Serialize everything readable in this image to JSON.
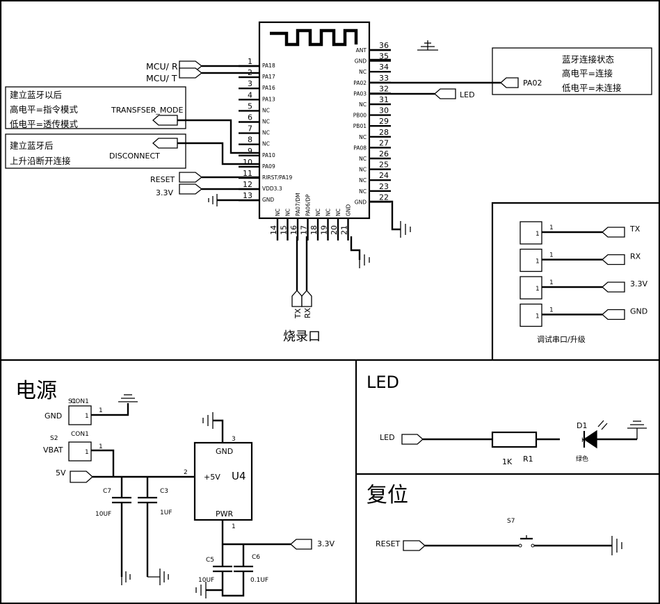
{
  "module": {
    "left_pins": [
      {
        "num": "1",
        "name": "PA18"
      },
      {
        "num": "2",
        "name": "PA17"
      },
      {
        "num": "3",
        "name": "PA16"
      },
      {
        "num": "4",
        "name": "PA13"
      },
      {
        "num": "5",
        "name": "NC"
      },
      {
        "num": "6",
        "name": "NC"
      },
      {
        "num": "7",
        "name": "NC"
      },
      {
        "num": "8",
        "name": "NC"
      },
      {
        "num": "9",
        "name": "PA10"
      },
      {
        "num": "10",
        "name": "PA09"
      },
      {
        "num": "11",
        "name": "RIRST/PA19"
      },
      {
        "num": "12",
        "name": "VDD3.3"
      },
      {
        "num": "13",
        "name": "GND"
      }
    ],
    "right_pins": [
      {
        "num": "36",
        "name": "ANT"
      },
      {
        "num": "35",
        "name": "GND"
      },
      {
        "num": "34",
        "name": "NC"
      },
      {
        "num": "33",
        "name": "PA02"
      },
      {
        "num": "32",
        "name": "PA03"
      },
      {
        "num": "31",
        "name": "NC"
      },
      {
        "num": "30",
        "name": "PB00"
      },
      {
        "num": "29",
        "name": "PB01"
      },
      {
        "num": "28",
        "name": "NC"
      },
      {
        "num": "27",
        "name": "PA08"
      },
      {
        "num": "26",
        "name": "NC"
      },
      {
        "num": "25",
        "name": "NC"
      },
      {
        "num": "24",
        "name": "NC"
      },
      {
        "num": "23",
        "name": "NC"
      },
      {
        "num": "22",
        "name": "GND"
      }
    ],
    "bottom_pins": [
      {
        "num": "14",
        "name": "NC"
      },
      {
        "num": "15",
        "name": "NC"
      },
      {
        "num": "16",
        "name": "PA07/DM"
      },
      {
        "num": "17",
        "name": "PA06/DP"
      },
      {
        "num": "18",
        "name": "NC"
      },
      {
        "num": "19",
        "name": "NC"
      },
      {
        "num": "20",
        "name": "NC"
      },
      {
        "num": "21",
        "name": "GND"
      }
    ]
  },
  "nets": {
    "mcu_r": "MCU/ R",
    "mcu_t": "MCU/ T",
    "transfser_mode": "TRANSFSER_MODE",
    "disconnect": "DISCONNECT",
    "reset": "RESET",
    "v33": "3.3V",
    "led": "LED",
    "pa02": "PA02",
    "tx": "TX",
    "rx": "RX",
    "gnd": "GND",
    "v5": "5V",
    "vbat": "VBAT"
  },
  "notes": {
    "mode_1": "建立蓝牙以后",
    "mode_2": "高电平=指令模式",
    "mode_3": "低电平=透传模式",
    "disc_1": "建立蓝牙后",
    "disc_2": "上升沿断开连接",
    "status_1": "蓝牙连接状态",
    "status_2": "高电平=连接",
    "status_3": "低电平=未连接"
  },
  "prog_port": {
    "label": "烧录口",
    "tx": "TX",
    "rx": "RX"
  },
  "debug_port": {
    "label": "调试串口/升级",
    "rows": [
      {
        "box": "1",
        "pin": "1",
        "net": "TX"
      },
      {
        "box": "1",
        "pin": "1",
        "net": "RX"
      },
      {
        "box": "1",
        "pin": "1",
        "net": "3.3V"
      },
      {
        "box": "1",
        "pin": "1",
        "net": "GND"
      }
    ]
  },
  "power": {
    "title": "电源",
    "s1": "S1",
    "con1_a": "CON1",
    "s1_pin": "1",
    "s1_box": "1",
    "s1_net": "GND",
    "s2": "S2",
    "con1_b": "CON1",
    "s2_pin": "1",
    "s2_box": "1",
    "s2_net": "VBAT",
    "in_net": "5V",
    "c7": "C7",
    "c7_val": "10UF",
    "c3": "C3",
    "c3_val": "1UF",
    "c5": "C5",
    "c5_val": "10UF",
    "c6": "C6",
    "c6_val": "0.1UF",
    "u4": "U4",
    "u4_gnd": "GND",
    "u4_in": "+5V",
    "u4_pwr": "PWR",
    "pin_gnd": "3",
    "pin_in": "2",
    "pin_out": "1",
    "out_net": "3.3V"
  },
  "led_section": {
    "title": "LED",
    "net": "LED",
    "r_val": "1K",
    "r_ref": "R1",
    "d_ref": "D1",
    "d_pin": "K",
    "d_color": "绿色"
  },
  "reset_section": {
    "title": "复位",
    "net": "RESET",
    "switch_ref": "S7"
  }
}
